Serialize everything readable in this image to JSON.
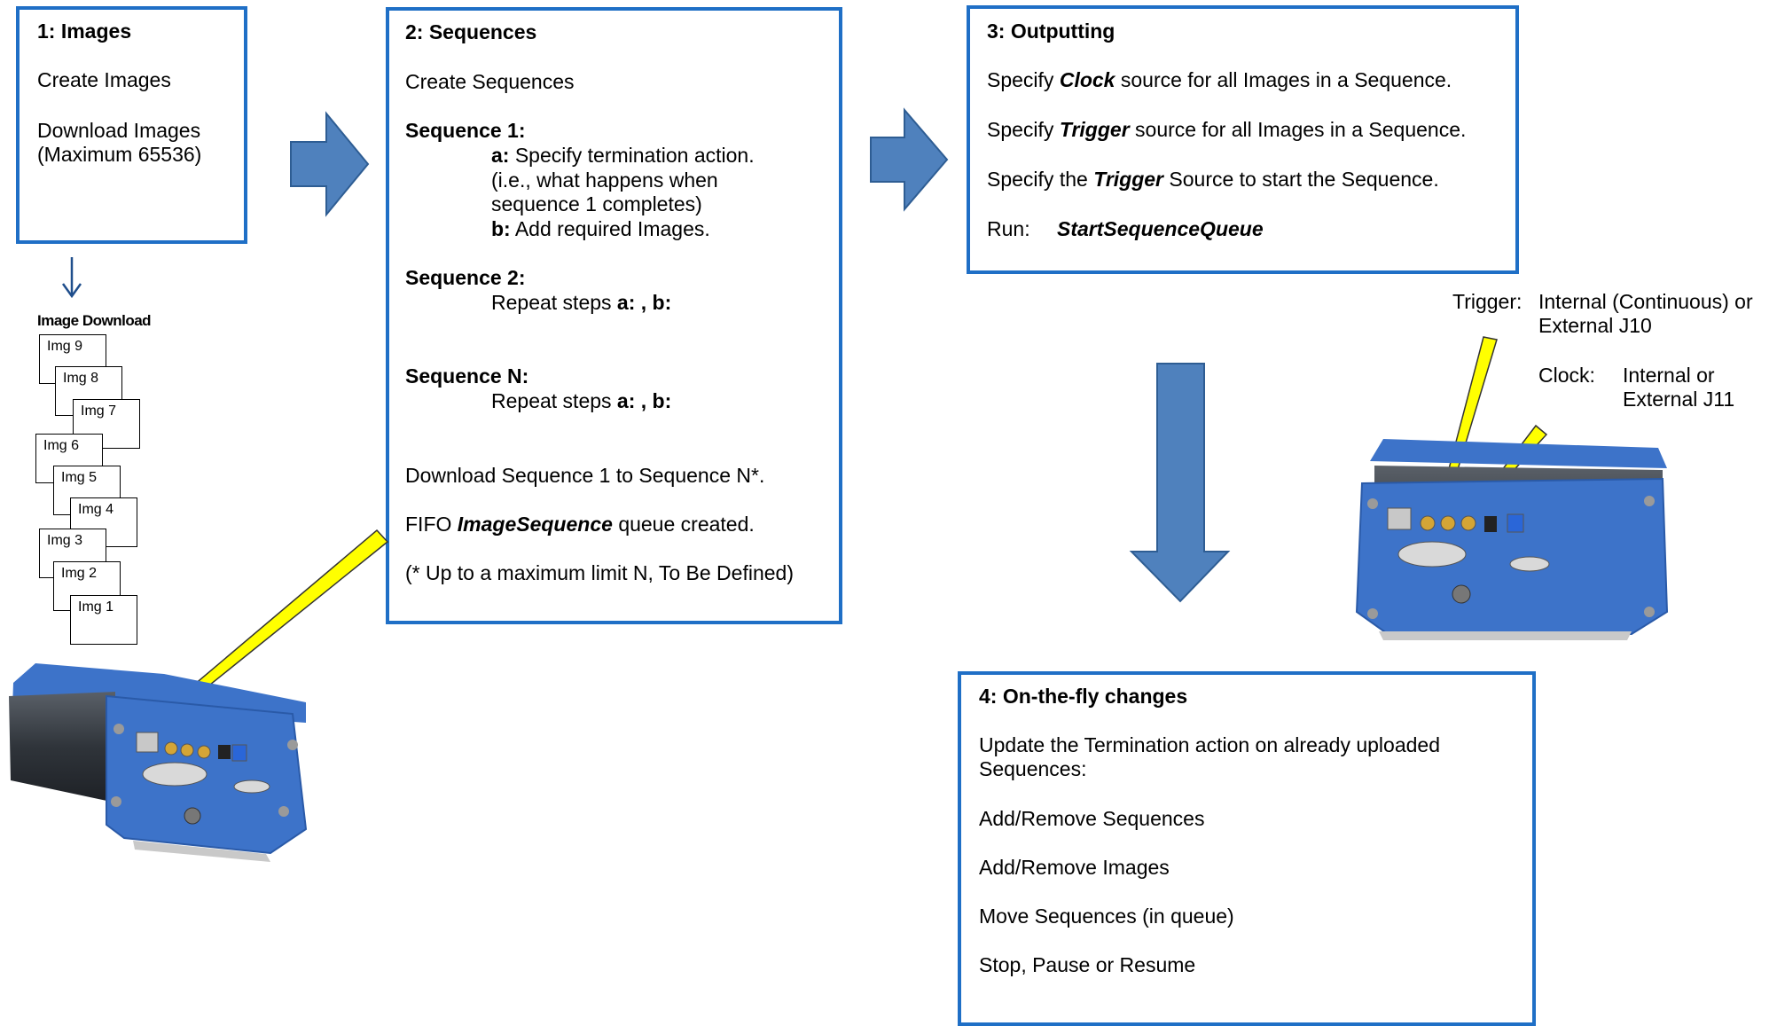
{
  "box1": {
    "title": "1: Images",
    "create": "Create Images",
    "download_l1": "Download Images",
    "download_l2": "(Maximum 65536)"
  },
  "image_download": {
    "title": "Image Download",
    "cards": [
      "Img 9",
      "Img 8",
      "Img 7",
      "Img 6",
      "Img 5",
      "Img 4",
      "Img 3",
      "Img 2",
      "Img 1"
    ]
  },
  "box2": {
    "title": "2: Sequences",
    "create": "Create Sequences",
    "seq1": "Sequence 1:",
    "a_key": "a:",
    "a_text": "Specify termination action.",
    "a_l2": "(i.e., what happens when",
    "a_l3": "sequence 1 completes)",
    "b_key": "b:",
    "b_text": "Add required Images.",
    "seq2": "Sequence 2:",
    "seqN": "Sequence N:",
    "repeat": "Repeat steps",
    "repeat_keys": "a: , b:",
    "download": "Download Sequence 1 to Sequence N*.",
    "fifo_pre": "FIFO",
    "fifo_bold": "ImageSequence",
    "fifo_post": "queue created.",
    "footnote": "(* Up to a maximum limit N, To Be Defined)"
  },
  "box3": {
    "title": "3: Outputting",
    "l1_pre": "Specify",
    "l1_bold": "Clock",
    "l1_post": "source for all Images in a Sequence.",
    "l2_pre": "Specify",
    "l2_bold": "Trigger",
    "l2_post": "source for all Images in a Sequence.",
    "l3_pre": "Specify the",
    "l3_bold": "Trigger",
    "l3_post": "Source to start the Sequence.",
    "run_label": "Run:",
    "run_cmd": "StartSequenceQueue"
  },
  "hw_note": {
    "trigger_label": "Trigger:",
    "trigger_l1": "Internal (Continuous) or",
    "trigger_l2": "External J10",
    "clock_label": "Clock:",
    "clock_l1": "Internal or",
    "clock_l2": "External J11"
  },
  "box4": {
    "title": "4: On-the-fly changes",
    "l1": "Update the Termination action on already uploaded",
    "l2": "Sequences:",
    "l3": "Add/Remove Sequences",
    "l4": "Add/Remove Images",
    "l5": "Move Sequences (in queue)",
    "l6": "Stop, Pause or Resume"
  },
  "colors": {
    "box_border": "#1f6fc6",
    "arrow_fill": "#4f81bd",
    "arrow_stroke": "#2e5d93",
    "highlight_arrow": "#ffff00",
    "device_blue": "#3d73c9",
    "device_body": "#3a3f47"
  }
}
